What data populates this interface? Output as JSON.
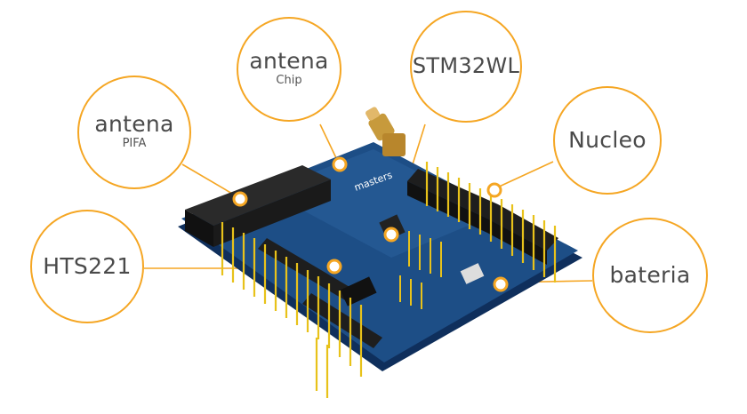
{
  "callouts": {
    "pifa": {
      "title": "antena",
      "subtitle": "PIFA"
    },
    "chip": {
      "title": "antena",
      "subtitle": "Chip"
    },
    "stm": {
      "title": "STM32WL"
    },
    "nucleo": {
      "title": "Nucleo"
    },
    "hts": {
      "title": "HTS221"
    },
    "bat": {
      "title": "bateria"
    }
  },
  "board": {
    "logo_text": "masters"
  },
  "colors": {
    "accent": "#f5a623",
    "board_blue": "#1d4e86",
    "header_yellow": "#e8c21a",
    "header_black": "#1e1e1e",
    "text": "#4a4a4a"
  }
}
